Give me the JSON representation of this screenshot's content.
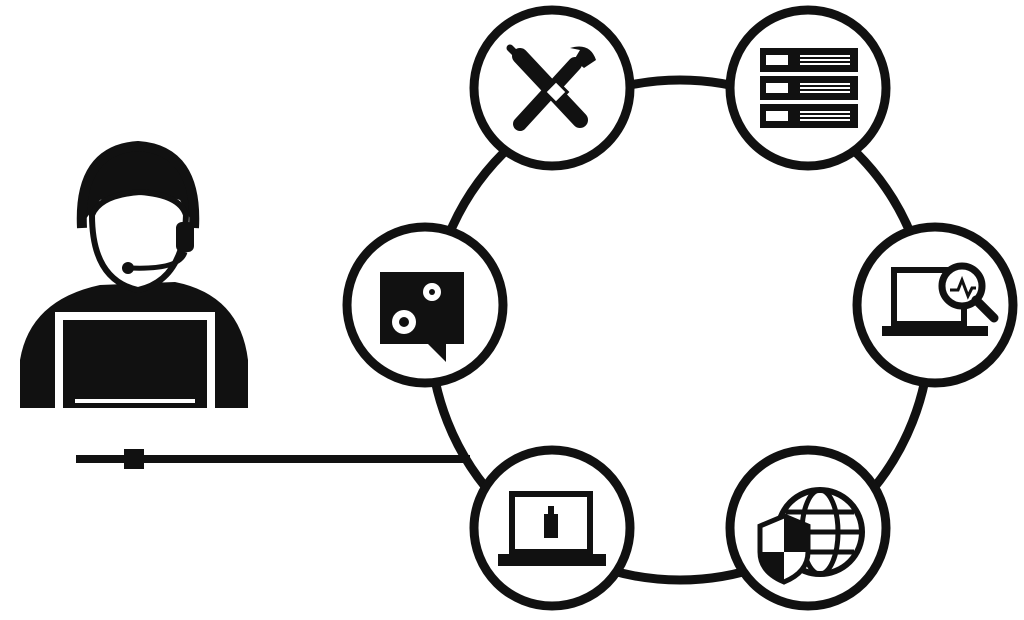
{
  "diagram": {
    "colors": {
      "ink": "#111111",
      "paper": "#ffffff"
    },
    "person": {
      "icon": "support-agent-icon",
      "accessories": [
        "headset-icon",
        "laptop-icon"
      ]
    },
    "ring_nodes": [
      {
        "id": "tools",
        "icon": "wrench-screwdriver-icon"
      },
      {
        "id": "servers",
        "icon": "server-rack-icon"
      },
      {
        "id": "settings",
        "icon": "gear-chat-icon"
      },
      {
        "id": "monitoring",
        "icon": "laptop-search-icon"
      },
      {
        "id": "device",
        "icon": "laptop-usb-icon"
      },
      {
        "id": "security",
        "icon": "shield-globe-icon"
      }
    ],
    "connector": {
      "icon": "cable-line",
      "from": "person",
      "to": "ring"
    }
  }
}
